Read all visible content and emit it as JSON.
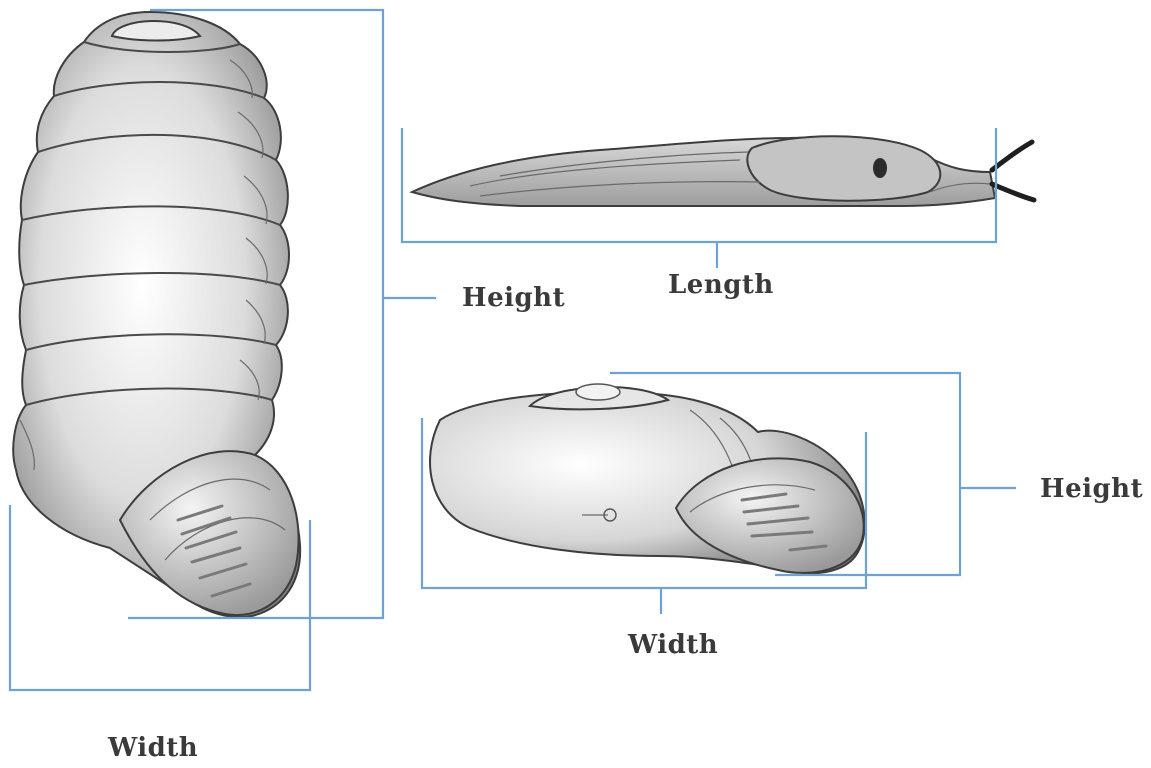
{
  "labels": {
    "tall_shell_height": "Height",
    "tall_shell_width": "Width",
    "slug_length": "Length",
    "flat_shell_height": "Height",
    "flat_shell_width": "Width"
  },
  "colors": {
    "bracket": "#6fa1d2",
    "label_text": "#3a3a3a",
    "shell_outline": "#3d3d3d"
  }
}
